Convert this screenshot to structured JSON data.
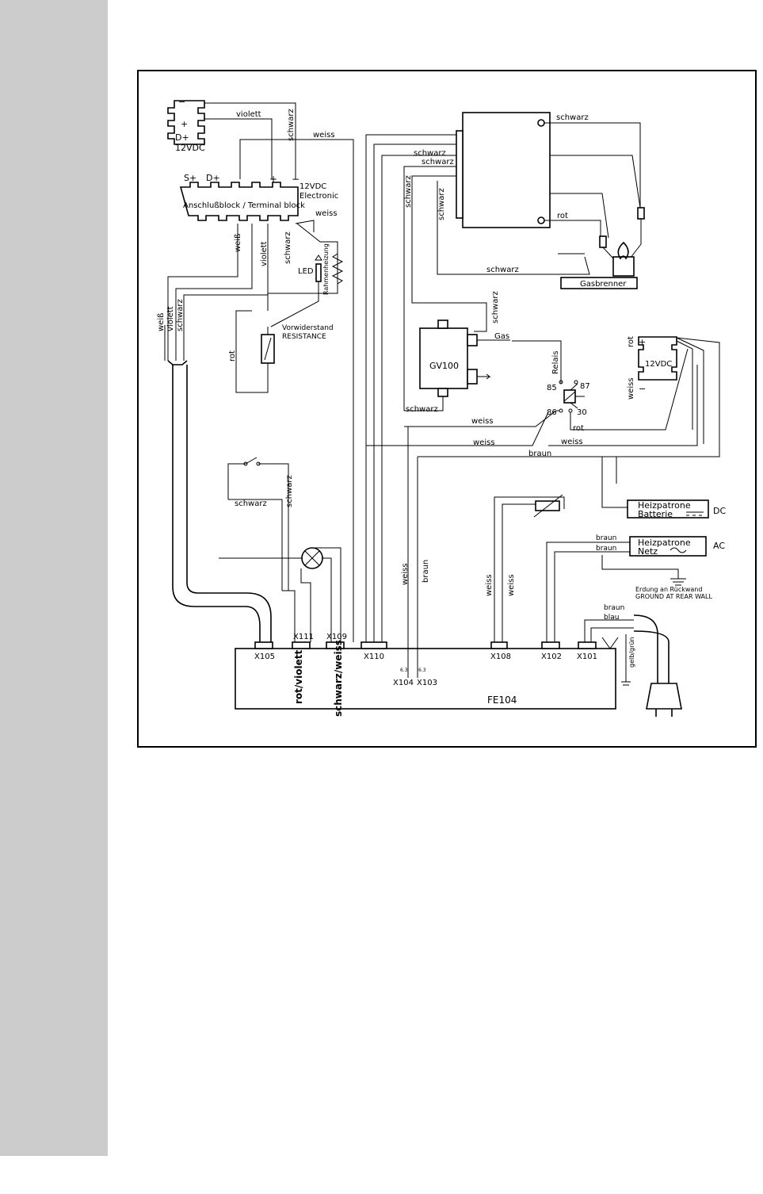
{
  "page": {
    "sidebar_color": "#cccccc"
  },
  "labels": {
    "battery_top": "12VDC",
    "battery_top_minus": "−",
    "battery_top_plus": "+",
    "battery_top_dplus": "D+",
    "violett_top": "violett",
    "schwarz_top": "schwarz",
    "weiss_top": "weiss",
    "terminal_s": "S+",
    "terminal_d": "D+",
    "terminal_plus": "+",
    "terminal_minus": "−",
    "terminal_block": "Anschlußblock / Terminal block",
    "electronic_1": "12VDC",
    "electronic_2": "Electronic",
    "weiss_terminal": "weiss",
    "wire_weiss_v": "weiß",
    "wire_violett_v": "violett",
    "wire_schwarz_v": "schwarz",
    "led": "LED",
    "rahmenheizung": "Rahmenheizung",
    "vorwiderstand": "Vorwiderstand",
    "resistance": "RESISTANCE",
    "rot_left": "rot",
    "cable_weiss": "weiß",
    "cable_violett": "violett",
    "cable_schwarz": "schwarz",
    "ignition_schwarz_1": "schwarz",
    "ignition_schwarz_2": "schwarz",
    "ignition_schwarz_3": "schwarz",
    "ignition_schwarz_4": "schwarz",
    "ignition_schwarz_5": "schwarz",
    "schwarz_right": "schwarz",
    "rot_right": "rot",
    "schwarz_burner": "schwarz",
    "gasbrenner": "Gasbrenner",
    "schwarz_gv": "schwarz",
    "gas": "Gas",
    "gv100": "GV100",
    "schwarz_gv_bottom": "schwarz",
    "relais": "Relais",
    "r85": "85",
    "r86": "86",
    "r87": "87",
    "r30": "30",
    "rot_relais": "rot",
    "weiss_1": "weiss",
    "weiss_2": "weiss",
    "weiss_3": "weiss",
    "braun_1": "braun",
    "battery_right": "12VDC",
    "battery_right_plus": "+",
    "battery_right_minus": "−",
    "rot_battery_right": "rot",
    "weiss_battery_right": "weiss",
    "heizpatrone_dc_1": "Heizpatrone",
    "heizpatrone_dc_2": "Batterie",
    "dc": "DC",
    "heizpatrone_ac_1": "Heizpatrone",
    "heizpatrone_ac_2": "Netz",
    "ac": "AC",
    "braun_ac_1": "braun",
    "braun_ac_2": "braun",
    "erdung": "Erdung an Rückwand",
    "ground_rear": "GROUND AT  REAR WALL",
    "switch_schwarz_h": "schwarz",
    "switch_schwarz_v": "schwarz",
    "lamp_label": "",
    "weiss_v1": "weiss",
    "braun_v1": "braun",
    "weiss_v2": "weiss",
    "weiss_v3": "weiss",
    "braun_mains": "braun",
    "blau_mains": "blau",
    "gelb_gruen": "gelb/grün",
    "x105": "X105",
    "x111": "X111",
    "x109": "X109",
    "x110": "X110",
    "x108": "X108",
    "x102": "X102",
    "x101": "X101",
    "x104": "X104",
    "x103": "X103",
    "pin63_a": "6.3",
    "pin63_b": "6.3",
    "rot_violett": "rot/violett",
    "schwarz_weiss": "schwarz/weiss",
    "fe104": "FE104"
  }
}
